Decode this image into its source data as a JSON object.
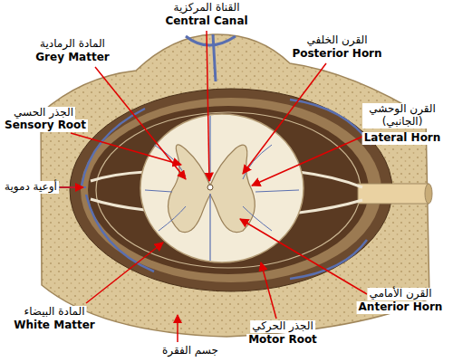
{
  "diagram": {
    "labels": [
      "القناة المركزية",
      "Central Canal",
      "المادة الرمادية",
      "Grey Matter",
      "القرن الخلفي",
      "Posterior Horn",
      "الجذر الحسي",
      "Sensory Root",
      "القرن الوحشي (الجانبي)",
      "Lateral Horn",
      "أوعية دموية",
      "المادة البيضاء",
      "White Matter",
      "القرن الأمامي",
      "Anterior Horn",
      "الجذر الحركي",
      "Motor Root",
      "جسم الفقرة"
    ]
  }
}
